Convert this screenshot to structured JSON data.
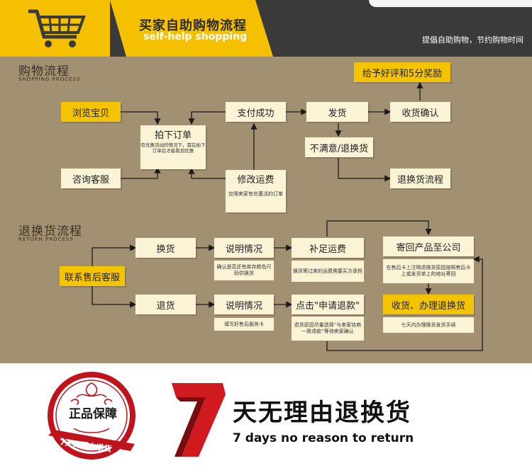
{
  "header": {
    "title": "买家自助购物流程",
    "subtitle": "self-help shopping",
    "slogan": "提倡自助购物，节约购物时间"
  },
  "shopping": {
    "title": "购物流程",
    "subtitle": "SHOPPING PROCESS",
    "browse": "浏览宝贝",
    "consult": "咨询客服",
    "order": "拍下订单",
    "order_note": "有优惠活动的情况下，需在拍下订单后才能看到优惠",
    "pay": "支付成功",
    "modify": "修改运费",
    "modify_note": "仅限卖家有优惠活的订单",
    "ship": "发货",
    "confirm": "收货确认",
    "reward": "给予好评和5分奖励",
    "unsatisfied": "不满意/退换货",
    "return_flow": "退换货流程"
  },
  "returns": {
    "title": "退换货流程",
    "subtitle": "RETURN PROCESS",
    "contact": "联系售后客服",
    "exchange": "换货",
    "explain1": "说明情况",
    "explain1_note": "确认是否还有库存颜色尺码供换货",
    "pay_shipping": "补足运费",
    "pay_shipping_note": "换货寄过来的运费需要买方承担",
    "send_back": "寄回产品至公司",
    "send_back_note": "在售后卡上注明退换货原因按照售后卡上或发货单上的地址寄回",
    "refund": "退货",
    "explain2": "说明情况",
    "explain2_note": "填写好售后服务卡",
    "apply_refund": "点击\"申请退款\"",
    "apply_refund_note": "退货原因尽量选择“与卖家协商一致退款”等待卖家确认",
    "receive": "收货、办理退换货",
    "receive_note": "七天内办理换货发货手续"
  },
  "guarantee": {
    "seal_text": "正品保障",
    "seal_ribbon": "7天无理由退货",
    "big_number": "7",
    "headline_cn": "天无理由退换货",
    "headline_en": "7 days no reason to return"
  },
  "colors": {
    "header_bg": "#3a3a3a",
    "accent_yellow": "#f5c400",
    "panel_bg": "#a29072",
    "box_cream": "#fbf3d5",
    "seal_red": "#c0141c"
  },
  "icons": [
    "shopping-cart-icon",
    "seal-ornament-icon"
  ]
}
